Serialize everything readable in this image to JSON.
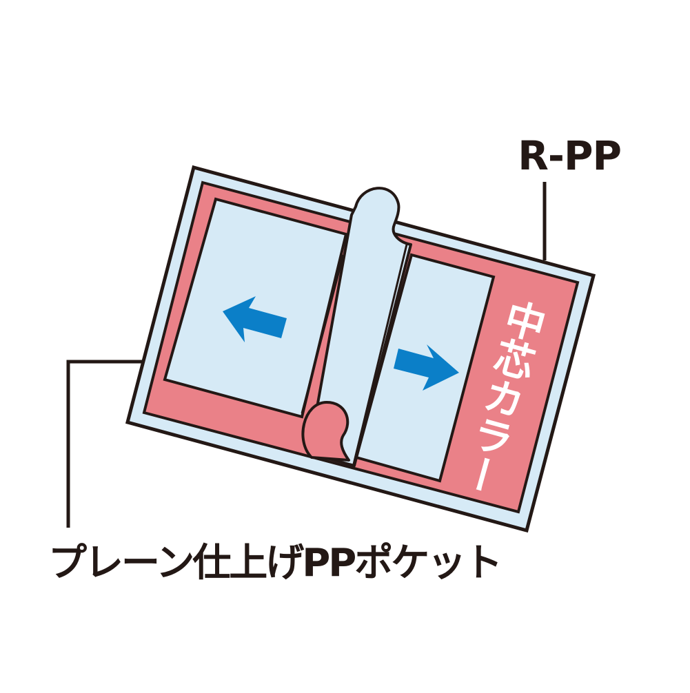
{
  "labels": {
    "cover_material": "R-PP",
    "pocket": "プレーン仕上げPPポケット",
    "core_color": "中芯カラー"
  },
  "colors": {
    "outline": "#231815",
    "cover_fill": "#d6eaf6",
    "core_fill": "#ea8188",
    "pocket_fill": "#d6eaf6",
    "arrow": "#0b7fc8",
    "text_on_core": "#ffffff"
  },
  "icons": {
    "left_arrow": "arrow-left-icon",
    "right_arrow": "arrow-right-icon"
  }
}
